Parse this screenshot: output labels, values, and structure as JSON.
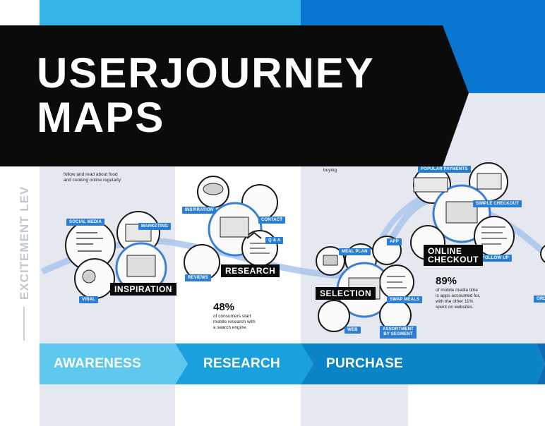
{
  "banner": {
    "title_line1": "USERJOURNEY",
    "title_line2": "MAPS"
  },
  "y_axis": {
    "label": "EXCITEMENT LEV"
  },
  "stages": [
    {
      "label": "AWARENESS"
    },
    {
      "label": "RESEARCH"
    },
    {
      "label": "PURCHASE"
    }
  ],
  "tags": {
    "inspiration": "INSPIRATION",
    "research": "RESEARCH",
    "selection": "SELECTION",
    "online_checkout_1": "ONLINE",
    "online_checkout_2": "CHECKOUT"
  },
  "touchpoints": {
    "social_media": "SOCIAL MEDIA",
    "marketing": "MARKETING",
    "viral": "VIRAL",
    "inspiration": "INSPIRATION",
    "contact": "CONTACT",
    "qa": "Q & A",
    "reviews": "REVIEWS",
    "meal_plan": "MEAL PLAN",
    "app": "APP",
    "swap_meals": "SWAP MEALS",
    "web": "WEB",
    "assortment_1": "ASSORTMENT",
    "assortment_2": "BY SEGMENT",
    "popular_payments": "POPULAR PAYMENTS",
    "simple_checkout": "SIMPLE CHECKOUT",
    "follow_up": "FOLLOW UP",
    "ord": "ORD"
  },
  "snippets": {
    "awareness_1": "follow and read about food",
    "awareness_2": "and cooking online regularly",
    "purchase_top": "buying"
  },
  "stats": [
    {
      "value": "48%",
      "lines": [
        "of consumers start",
        "mobile research with",
        "a search engine."
      ]
    },
    {
      "value": "89%",
      "lines": [
        "of mobile media time",
        "is apps accounted for,",
        "with the other 11%",
        "spent on websites."
      ]
    }
  ],
  "colors": {
    "awareness": "#5ec8ee",
    "research": "#1aa0dc",
    "purchase": "#0a84c6",
    "purchase_dark": "#0f6db5",
    "hotspot": "#2a7fd4",
    "journey_line": "#9fc0e8",
    "banner": "#0b0b0b"
  }
}
